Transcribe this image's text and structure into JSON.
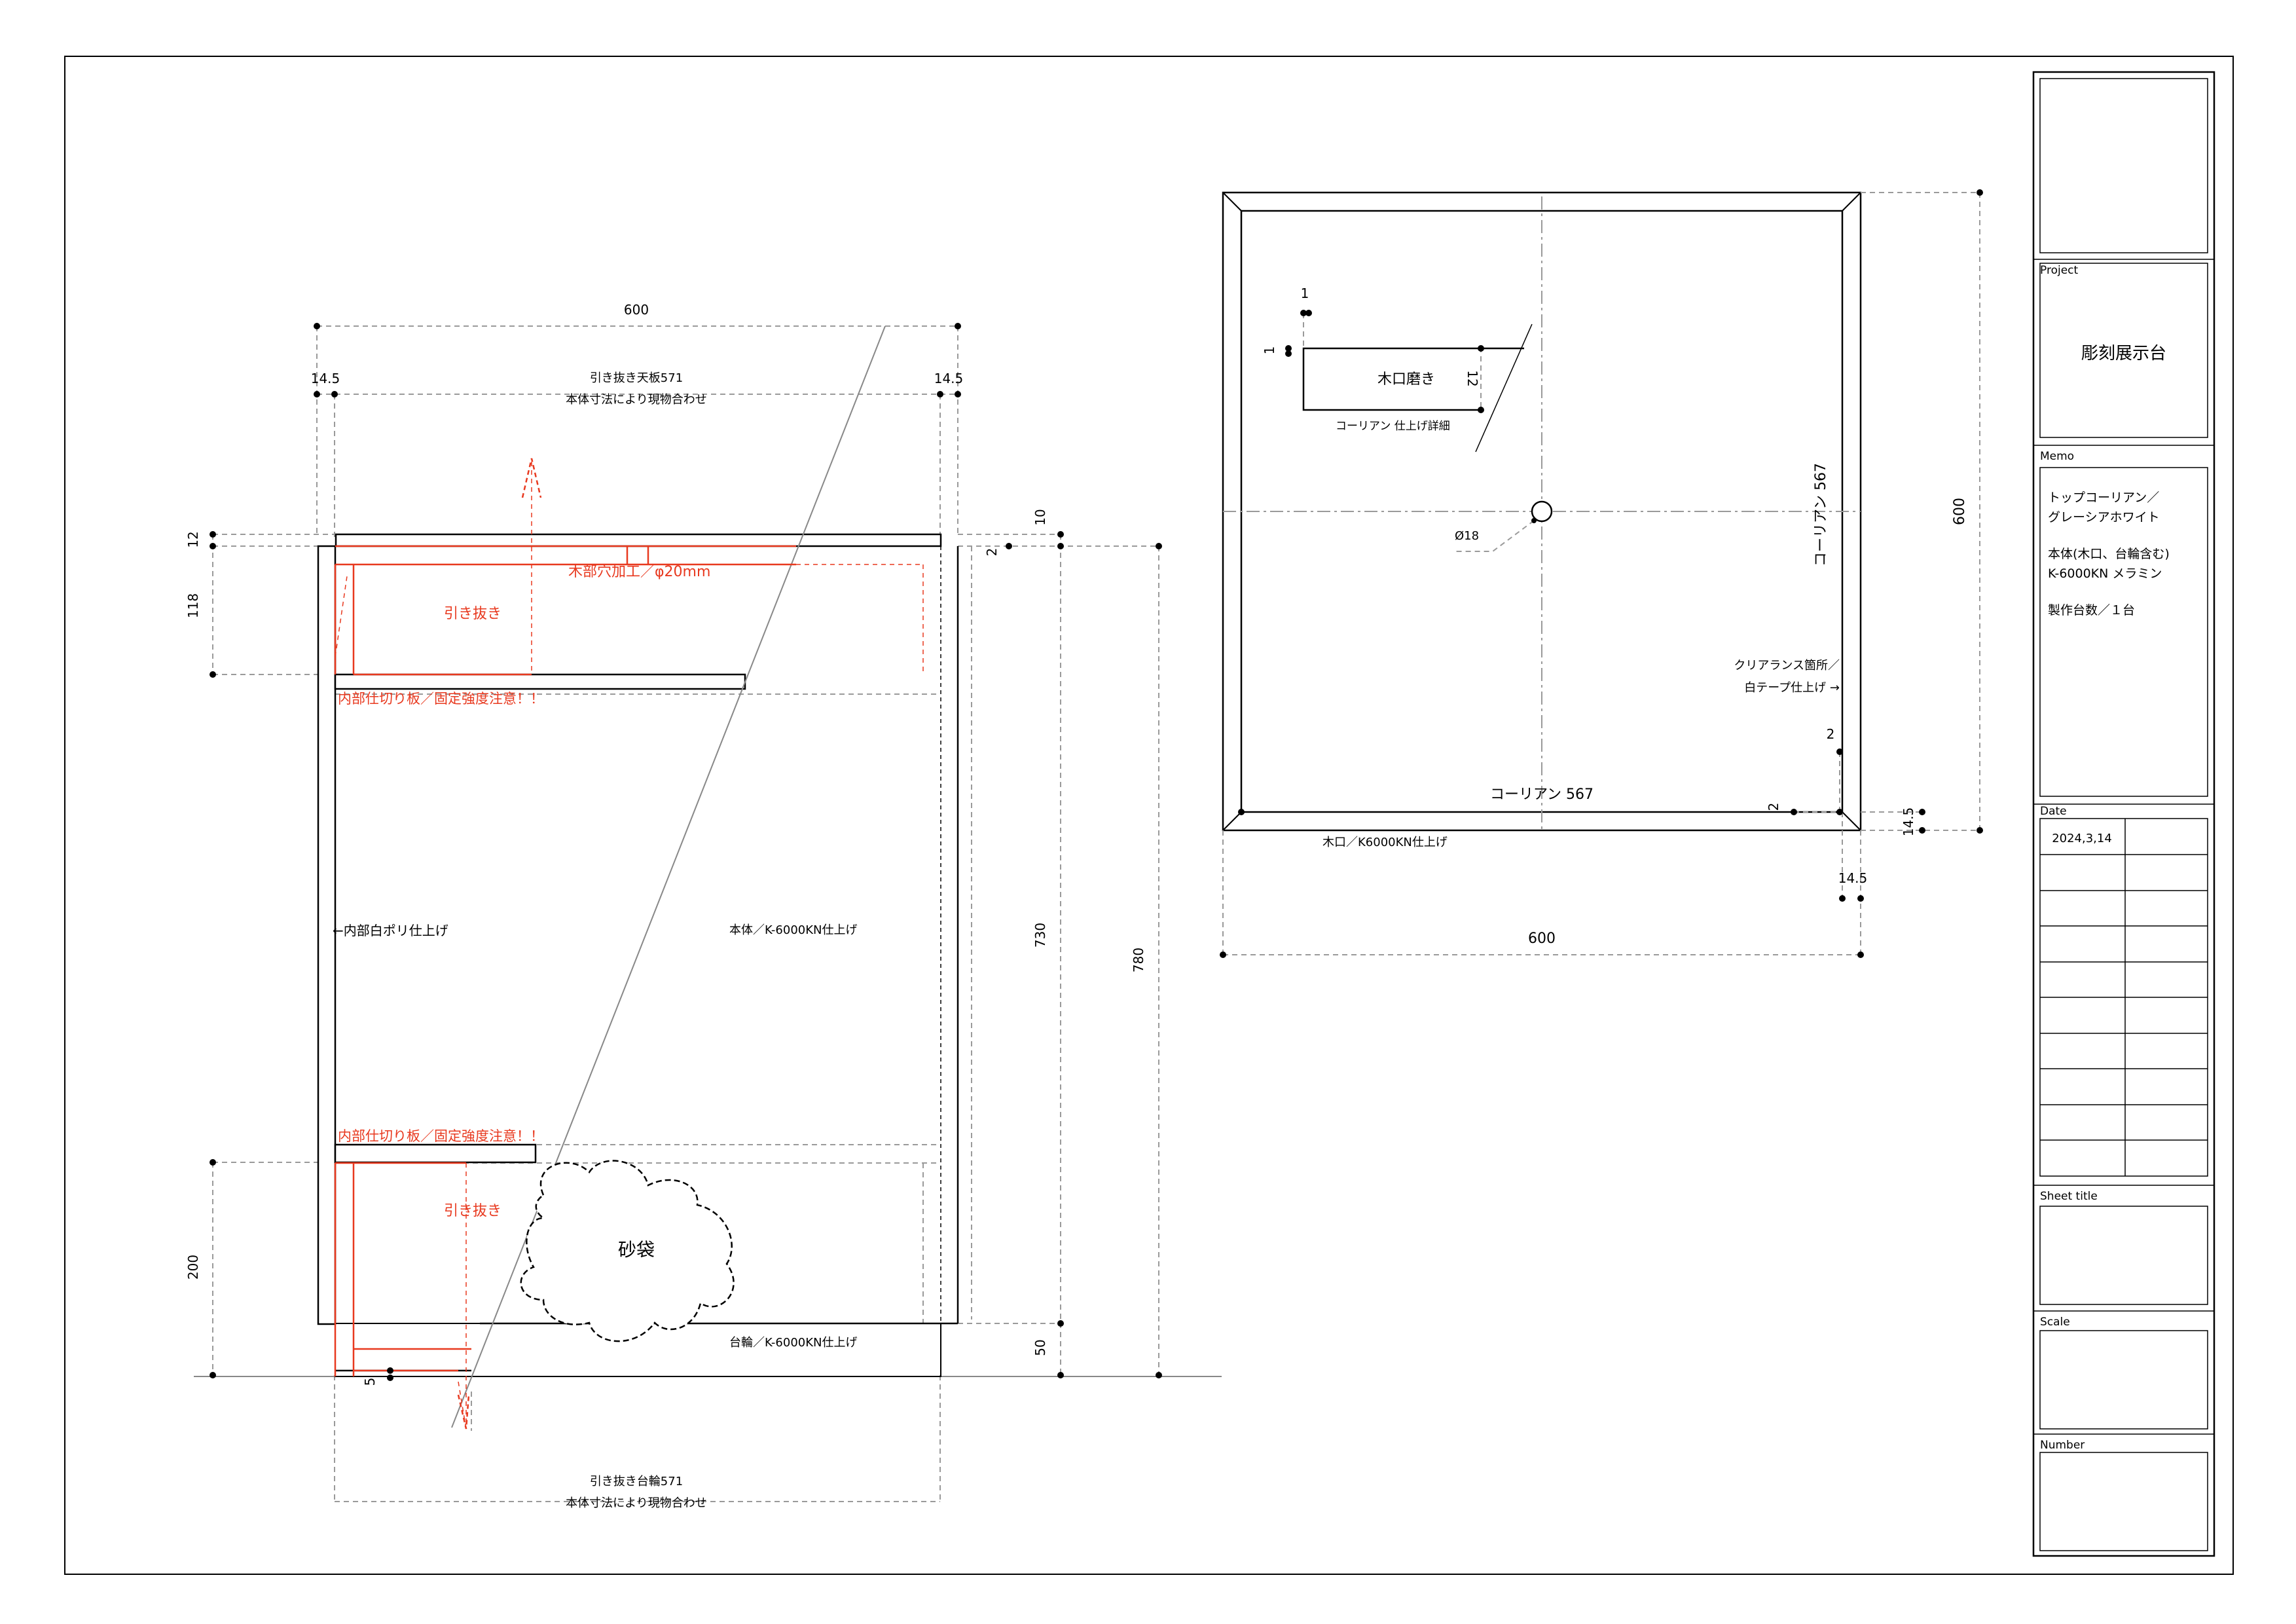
{
  "front_view": {
    "dim_total_width": "600",
    "dim_side_left": "14.5",
    "dim_side_right": "14.5",
    "drawer_top_label": "引き抜き天板571",
    "drawer_top_note": "本体寸法により現物合わせ",
    "dim_top_12": "12",
    "dim_top_118": "118",
    "dim_top_10": "10",
    "dim_top_2": "2",
    "hole_note": "木部穴加工／φ20mm",
    "pull_out_upper": "引き抜き",
    "partition_note_upper": "内部仕切り板／固定強度注意！！",
    "inner_finish_note": "←内部白ポリ仕上げ",
    "body_finish_note": "本体／K-6000KN仕上げ",
    "dim_730": "730",
    "dim_780": "780",
    "partition_note_lower": "内部仕切り板／固定強度注意！！",
    "pull_out_lower": "引き抜き",
    "sandbag_label": "砂袋",
    "dim_200": "200",
    "caster_finish_note": "台輪／K-6000KN仕上げ",
    "dim_50": "50",
    "dim_5": "5",
    "drawer_base_label": "引き抜き台輪571",
    "drawer_base_note": "本体寸法により現物合わせ"
  },
  "plan_view": {
    "dim_1_top": "1",
    "dim_1_left": "1",
    "edge_polish_label": "木口磨き",
    "dim_12": "12",
    "corian_detail_label": "コーリアン 仕上げ詳細",
    "hole_dim": "Ø18",
    "corian_side_label": "コーリアン 567",
    "dim_600_vertical": "600",
    "clearance_note_1": "クリアランス箇所／",
    "clearance_note_2": "白テープ仕上げ →",
    "dim_2_right": "2",
    "dim_2_bottom": "2",
    "corian_bottom_label": "コーリアン 567",
    "dim_14_5_vertical": "14.5",
    "edge_finish_note": "木口／K6000KN仕上げ",
    "dim_14_5_bottom": "14.5",
    "dim_600_horizontal": "600"
  },
  "title_block": {
    "project_label": "Project",
    "project_value": "彫刻展示台",
    "memo_label": "Memo",
    "memo_line_1": "トップコーリアン／",
    "memo_line_2": "グレーシアホワイト",
    "memo_line_3": "本体(木口、台輪含む)",
    "memo_line_4": "K-6000KN メラミン",
    "memo_line_5": "製作台数／１台",
    "date_label": "Date",
    "date_value": "2024,3,14",
    "sheet_title_label": "Sheet title",
    "scale_label": "Scale",
    "number_label": "Number"
  },
  "colors": {
    "line": "#000000",
    "dim_line": "#9a9a9a",
    "red": "#e8391f",
    "frame": "#000000"
  }
}
